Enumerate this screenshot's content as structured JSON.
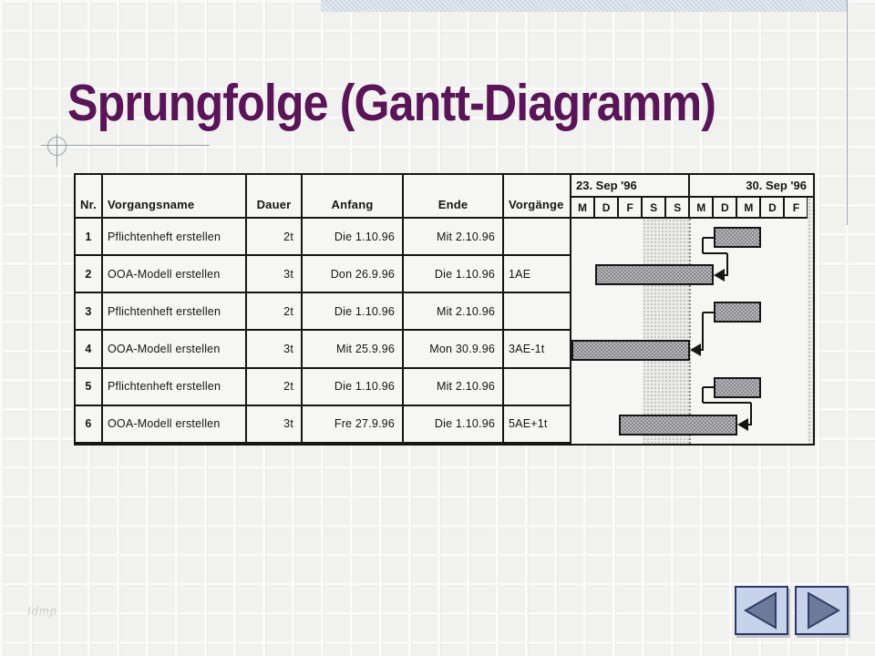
{
  "slide": {
    "title": "Sprungfolge (Gantt-Diagramm)",
    "watermark": "Idmp"
  },
  "table": {
    "headers": {
      "nr": "Nr.",
      "name": "Vorgangsname",
      "duration": "Dauer",
      "start": "Anfang",
      "end": "Ende",
      "predecessors": "Vorgänge"
    },
    "rows": [
      {
        "nr": "1",
        "name": "Pflichtenheft erstellen",
        "duration": "2t",
        "start": "Die 1.10.96",
        "end": "Mit 2.10.96",
        "predecessors": ""
      },
      {
        "nr": "2",
        "name": "OOA-Modell erstellen",
        "duration": "3t",
        "start": "Don 26.9.96",
        "end": "Die 1.10.96",
        "predecessors": "1AE"
      },
      {
        "nr": "3",
        "name": "Pflichtenheft erstellen",
        "duration": "2t",
        "start": "Die 1.10.96",
        "end": "Mit 2.10.96",
        "predecessors": ""
      },
      {
        "nr": "4",
        "name": "OOA-Modell erstellen",
        "duration": "3t",
        "start": "Mit 25.9.96",
        "end": "Mon 30.9.96",
        "predecessors": "3AE-1t"
      },
      {
        "nr": "5",
        "name": "Pflichtenheft erstellen",
        "duration": "2t",
        "start": "Die 1.10.96",
        "end": "Mit 2.10.96",
        "predecessors": ""
      },
      {
        "nr": "6",
        "name": "OOA-Modell erstellen",
        "duration": "3t",
        "start": "Fre 27.9.96",
        "end": "Die 1.10.96",
        "predecessors": "5AE+1t"
      }
    ]
  },
  "gantt": {
    "week_labels": [
      "23. Sep '96",
      "30. Sep '96"
    ],
    "days": [
      "M",
      "D",
      "F",
      "S",
      "S",
      "M",
      "D",
      "M",
      "D",
      "F"
    ],
    "weekend_day_indexes": [
      3,
      4
    ],
    "bars": [
      {
        "row": 1,
        "start": 6,
        "end": 8
      },
      {
        "row": 2,
        "start": 1,
        "end": 6
      },
      {
        "row": 3,
        "start": 6,
        "end": 8
      },
      {
        "row": 4,
        "start": 0,
        "end": 5
      },
      {
        "row": 5,
        "start": 6,
        "end": 8
      },
      {
        "row": 6,
        "start": 2,
        "end": 7
      }
    ],
    "links": [
      {
        "from_row": 1,
        "to_row": 2,
        "type": "AE"
      },
      {
        "from_row": 3,
        "to_row": 4,
        "type": "AE"
      },
      {
        "from_row": 5,
        "to_row": 6,
        "type": "AE"
      }
    ]
  },
  "colors": {
    "title": "#5a1458",
    "bar_fill": "#9a9a9d",
    "nav_button_bg": "#c7d2eb",
    "nav_button_border": "#2c3765",
    "nav_arrow": "#6e7a9c",
    "top_strip": "#ccd6e3"
  }
}
